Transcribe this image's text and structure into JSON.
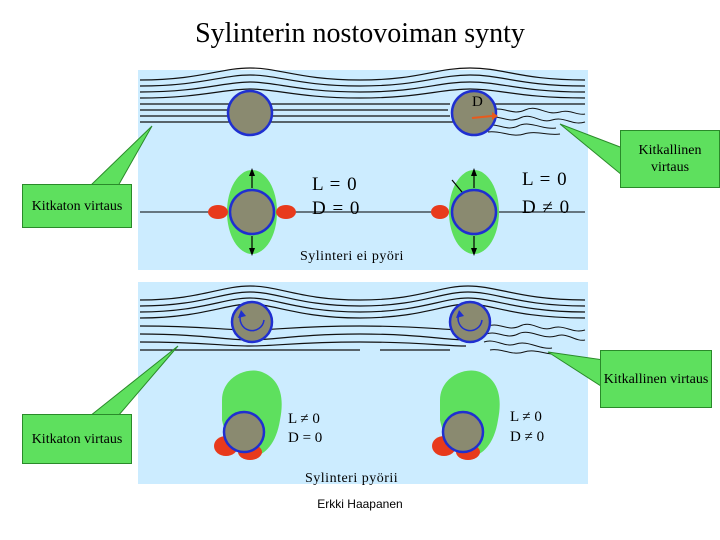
{
  "title": "Sylinterin nostovoiman synty",
  "top_panel": {
    "drag_marker": "D",
    "left_L": "L = 0",
    "left_D": "D = 0",
    "right_L": "L = 0",
    "right_D": "D ≠ 0",
    "caption": "Sylinteri ei pyöri"
  },
  "bottom_panel": {
    "left_L": "L ≠ 0",
    "left_D": "D = 0",
    "right_L": "L ≠ 0",
    "right_D": "D ≠ 0",
    "caption": "Sylinteri pyörii"
  },
  "callouts": {
    "top_left": "Kitkaton virtaus",
    "top_right": "Kitkallinen virtaus",
    "bottom_left": "Kitkaton virtaus",
    "bottom_right": "Kitkallinen virtaus"
  },
  "author": "Erkki Haapanen",
  "colors": {
    "panel": "#ccecff",
    "cylinder": "#8a8a70",
    "cylinder_edge": "#1f2fd0",
    "pressure_high": "#5ee05e",
    "pressure_low": "#e83a1c",
    "callout": "#5ee05e"
  }
}
